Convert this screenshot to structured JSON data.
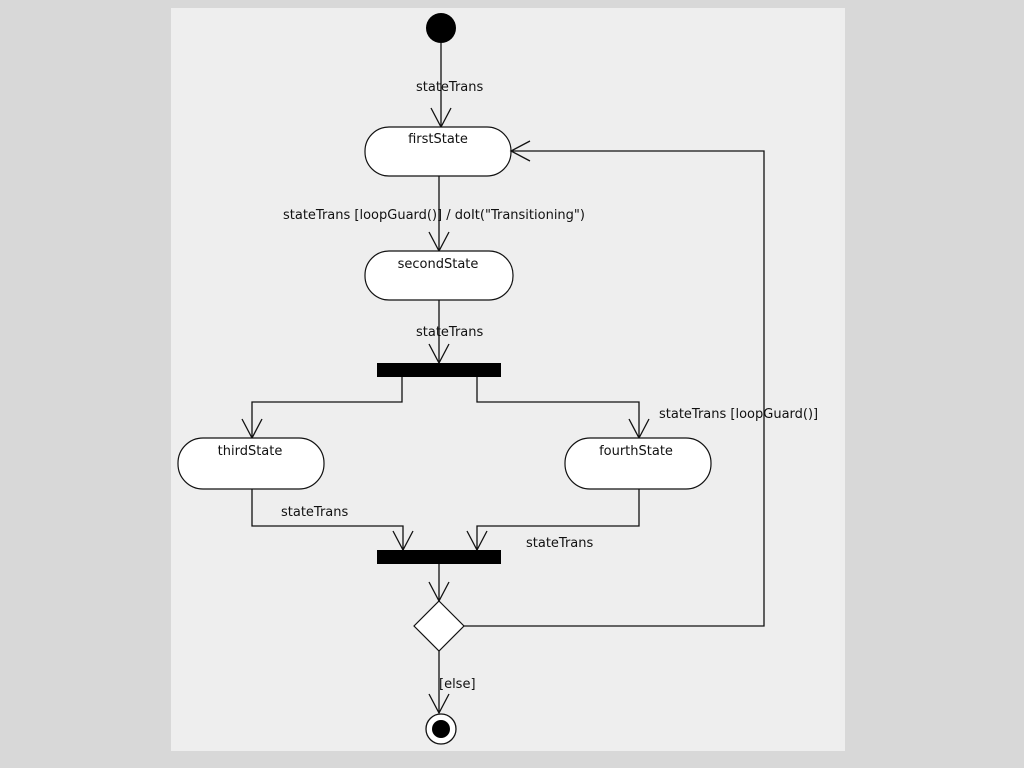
{
  "diagram": {
    "states": {
      "first": "firstState",
      "second": "secondState",
      "third": "thirdState",
      "fourth": "fourthState"
    },
    "labels": {
      "initial_to_first": "stateTrans",
      "first_to_second": "stateTrans [loopGuard()] / doIt(\"Transitioning\")",
      "second_to_fork": "stateTrans",
      "fork_to_fourth": "stateTrans [loopGuard()]",
      "third_to_join": "stateTrans",
      "fourth_to_join": "stateTrans",
      "decision_to_final": "[else]"
    },
    "colors": {
      "background": "#d8d8d8",
      "canvas": "#eeeeee",
      "state_fill": "#ffffff",
      "stroke": "#111111"
    }
  }
}
